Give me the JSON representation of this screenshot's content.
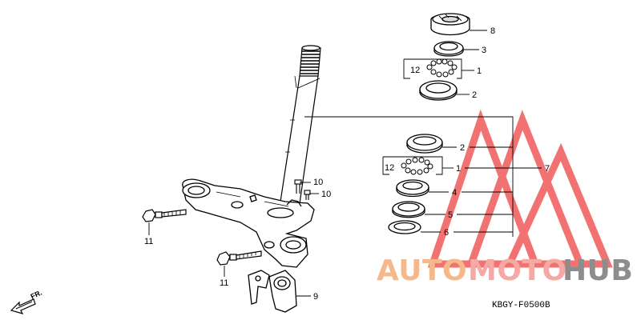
{
  "labels": {
    "l1a": "1",
    "l1b": "1",
    "l2a": "2",
    "l2b": "2",
    "l3": "3",
    "l4": "4",
    "l5": "5",
    "l6": "6",
    "l7": "7",
    "l8": "8",
    "l9": "9",
    "l10a": "10",
    "l10b": "10",
    "l11a": "11",
    "l11b": "11",
    "l12a": "12",
    "l12b": "12"
  },
  "direction": "FR.",
  "diagram_code": "KBGY-F0500B",
  "watermark": {
    "part1": "AUTO",
    "part2": "MOTO",
    "part3": "HUB",
    "color1": "#f5b88a",
    "color2": "#f6a9a4",
    "color3": "#8d8d8d",
    "logo_color": "#f05a5a"
  }
}
